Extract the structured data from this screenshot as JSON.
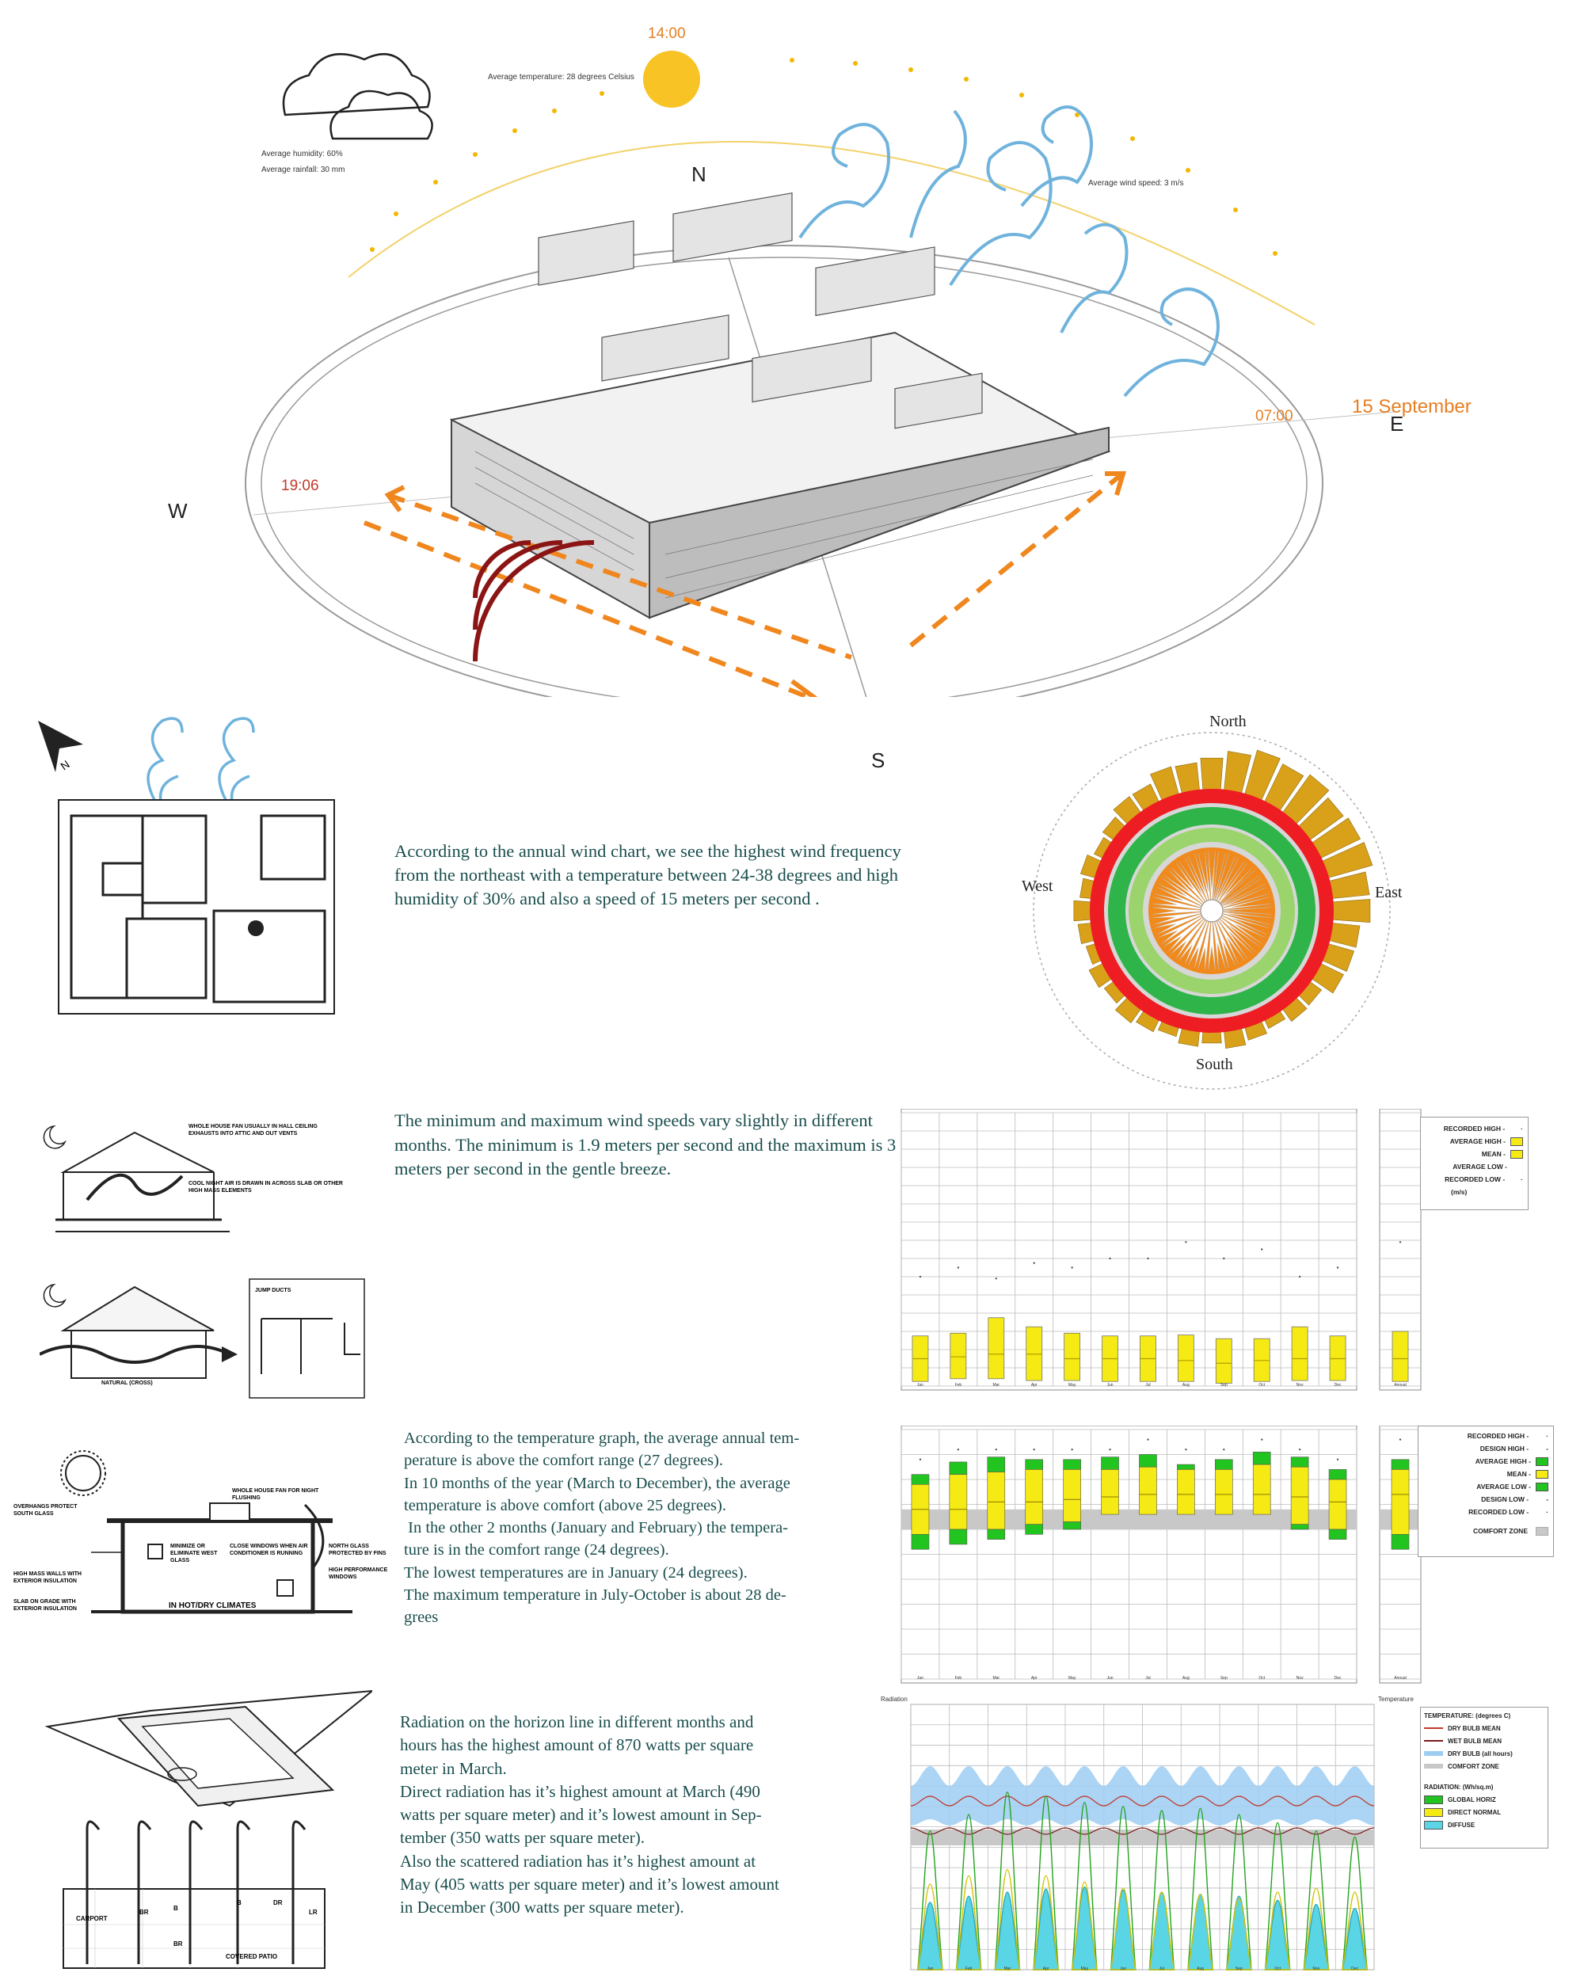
{
  "climate_top": {
    "sun_time": "14:00",
    "avg_temperature": "Average temperature: 28 degrees Celsius",
    "avg_humidity": "Average humidity: 60%",
    "avg_rainfall": "Average rainfall: 30 mm",
    "avg_wind_speed": "Average wind speed: 3 m/s",
    "sunrise_time": "07:00",
    "sunset_time": "19:06",
    "date": "15 September",
    "north": "N",
    "south": "S",
    "east": "E",
    "west": "W"
  },
  "wind_rose": {
    "north": "North",
    "south": "South",
    "east": "East",
    "west": "West",
    "paragraph": "According to the annual wind chart, we see the highest wind frequency from the northeast with a temperature between 24-38 degrees and high humidity of 30% and also a speed of 15 meters per second ."
  },
  "plan_arrow_label": "N",
  "diagram_labels": {
    "d1_top": "WHOLE HOUSE FAN USUALLY IN HALL CEILING EXHAUSTS INTO ATTIC AND OUT VENTS",
    "d1_bottom": "COOL NIGHT AIR IS DRAWN IN ACROSS SLAB OR OTHER HIGH MASS ELEMENTS",
    "d2_jump": "JUMP DUCTS",
    "d2_bottom": "NATURAL (CROSS)",
    "d3_fan": "WHOLE HOUSE FAN FOR NIGHT FLUSHING",
    "d3_overhang": "OVERHANGS PROTECT SOUTH GLASS",
    "d3_minimize": "MINIMIZE OR ELIMINATE WEST GLASS",
    "d3_close": "CLOSE WINDOWS WHEN AIR CONDITIONER IS RUNNING",
    "d3_north": "NORTH GLASS PROTECTED BY FINS",
    "d3_highmass": "HIGH MASS WALLS WITH EXTERIOR INSULATION",
    "d3_highperf": "HIGH PERFORMANCE WINDOWS",
    "d3_slab": "SLAB ON GRADE WITH EXTERIOR INSULATION",
    "d3_title": "IN HOT/DRY CLIMATES",
    "d4_carport": "CARPORT",
    "d4_br1": "BR",
    "d4_b1": "B",
    "d4_b2": "B",
    "d4_dr": "DR",
    "d4_lr": "LR",
    "d4_br2": "BR",
    "d4_patio": "COVERED PATIO"
  },
  "wind_speed": {
    "paragraph": "The minimum and maximum wind speeds vary slightly in different months. The minimum is 1.9 meters per second and the maximum is 3 meters per second in the gentle breeze.",
    "legend": {
      "recorded_high": "RECORDED HIGH -",
      "average_high": "AVERAGE HIGH -",
      "mean": "MEAN -",
      "average_low": "AVERAGE LOW -",
      "recorded_low": "RECORDED LOW -",
      "unit": "(m/s)"
    }
  },
  "temperature": {
    "paragraph_lines": [
      "According to the temperature graph, the average annual tem-",
      "perature is above the comfort range (27 degrees).",
      "In 10 months of the year (March to December), the average",
      "temperature is above comfort (above 25 degrees).",
      " In the other 2 months (January and February) the tempera-",
      "ture is in the comfort range (24 degrees).",
      "The lowest temperatures are in January (24 degrees).",
      "The maximum temperature in July-October is about 28 de-",
      "grees"
    ],
    "legend": {
      "recorded_high": "RECORDED HIGH -",
      "design_high": "DESIGN HIGH -",
      "average_high": "AVERAGE HIGH -",
      "mean": "MEAN -",
      "average_low": "AVERAGE LOW -",
      "design_low": "DESIGN LOW -",
      "recorded_low": "RECORDED LOW -",
      "comfort_zone": "COMFORT ZONE"
    }
  },
  "radiation": {
    "paragraph_lines": [
      "Radiation on the horizon line in different months and",
      "hours has the highest amount of 870 watts per square",
      "meter in March.",
      "Direct radiation has it’s highest amount at March (490",
      "watts per square meter) and it’s lowest amount in Sep-",
      "tember (350 watts per square meter).",
      "Also the scattered radiation has it’s highest amount at",
      "May (405 watts per square meter) and it’s lowest amount",
      "in December (300 watts per square meter)."
    ],
    "left_axis_title": "Radiation",
    "right_axis_title": "Temperature",
    "legend": {
      "temp_title": "TEMPERATURE: (degrees C)",
      "dry_mean": "DRY BULB MEAN",
      "wet_mean": "WET BULB MEAN",
      "dry_all": "DRY BULB (all hours)",
      "comfort": "COMFORT ZONE",
      "rad_title": "RADIATION: (Wh/sq.m)",
      "global": "GLOBAL HORIZ",
      "direct": "DIRECT NORMAL",
      "diffuse": "DIFFUSE"
    }
  },
  "colors": {
    "text_teal": "#1a4d4d",
    "sun": "#f7c325",
    "orange_arrow": "#f0861e",
    "wind_swirl": "#6fb3dd",
    "wave": "#8b1414",
    "yellow_bar": "#f5ea13",
    "green_bar": "#22c41f",
    "comfort_grey": "#c8c8c8"
  },
  "chart_data": [
    {
      "type": "bar",
      "categories": [
        "Jan",
        "Feb",
        "Mar",
        "Apr",
        "May",
        "Jun",
        "Jul",
        "Aug",
        "Sep",
        "Oct",
        "Nov",
        "Dec",
        "Annual"
      ],
      "series": [
        {
          "name": "RECORDED HIGH",
          "values": [
            12,
            13,
            11.8,
            13.5,
            13,
            14,
            14,
            15.8,
            14,
            15,
            12,
            13,
            15.8
          ]
        },
        {
          "name": "AVERAGE HIGH",
          "values": [
            5.5,
            5.8,
            7.5,
            6.5,
            5.8,
            5.5,
            5.5,
            5.6,
            5.2,
            5.2,
            6.5,
            5.5,
            6
          ]
        },
        {
          "name": "MEAN",
          "values": [
            3,
            3.2,
            3.5,
            3.5,
            3,
            3,
            3,
            2.8,
            2.5,
            2.8,
            3,
            3,
            3
          ]
        },
        {
          "name": "AVERAGE LOW",
          "values": [
            0.5,
            0.8,
            0.8,
            0.6,
            0.6,
            0.5,
            0.5,
            0.5,
            0.3,
            0.5,
            0.6,
            0.6,
            0.5
          ]
        }
      ],
      "ylim": [
        0,
        30
      ]
    },
    {
      "type": "bar",
      "categories": [
        "Jan",
        "Feb",
        "Mar",
        "Apr",
        "May",
        "Jun",
        "Jul",
        "Aug",
        "Sep",
        "Oct",
        "Nov",
        "Dec",
        "Annual"
      ],
      "series": [
        {
          "name": "RECORDED HIGH",
          "values": [
            34,
            36,
            36,
            36,
            36,
            36,
            38,
            36,
            36,
            38,
            36,
            34,
            38
          ]
        },
        {
          "name": "DESIGN HIGH",
          "values": [
            31,
            33.5,
            34.5,
            34,
            34,
            34.5,
            35,
            33,
            34,
            35.5,
            34.5,
            32,
            34
          ]
        },
        {
          "name": "AVERAGE HIGH",
          "values": [
            29,
            31,
            31.5,
            32,
            32,
            32,
            32.5,
            32,
            32,
            33,
            32.5,
            30,
            32
          ]
        },
        {
          "name": "MEAN",
          "values": [
            24,
            24,
            25.5,
            25.5,
            26,
            26.5,
            27,
            27,
            27,
            27,
            26.5,
            25.5,
            27
          ]
        },
        {
          "name": "AVERAGE LOW",
          "values": [
            19,
            20,
            20,
            21,
            21.5,
            23,
            23,
            23,
            23,
            23,
            21,
            20,
            19
          ]
        },
        {
          "name": "DESIGN LOW",
          "values": [
            16,
            17,
            18,
            19,
            20,
            23,
            23,
            23,
            23,
            23,
            20,
            18,
            16
          ]
        }
      ],
      "comfort_zone": [
        20,
        24
      ],
      "ylim": [
        -10,
        40
      ]
    },
    {
      "type": "area",
      "categories": [
        "Jan",
        "Feb",
        "Mar",
        "Apr",
        "May",
        "Jun",
        "Jul",
        "Aug",
        "Sep",
        "Oct",
        "Nov",
        "Dec"
      ],
      "series": [
        {
          "name": "GLOBAL HORIZ",
          "values": [
            680,
            760,
            870,
            850,
            820,
            800,
            780,
            790,
            760,
            720,
            680,
            650
          ]
        },
        {
          "name": "DIRECT NORMAL",
          "values": [
            420,
            460,
            490,
            460,
            430,
            400,
            380,
            370,
            350,
            380,
            400,
            380
          ]
        },
        {
          "name": "DIFFUSE",
          "values": [
            330,
            360,
            380,
            395,
            405,
            390,
            380,
            370,
            360,
            340,
            320,
            300
          ]
        }
      ],
      "ylim": [
        0,
        1300
      ]
    }
  ]
}
